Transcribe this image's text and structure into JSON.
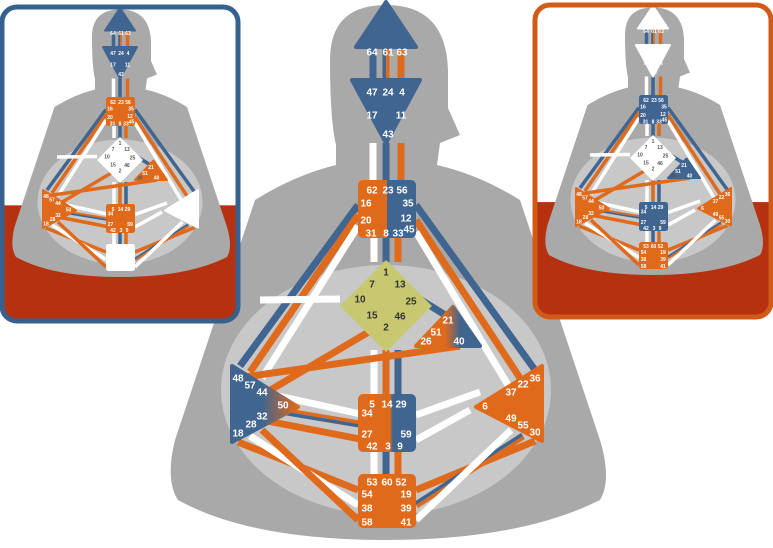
{
  "colors": {
    "body_dark": "#a9a9a9",
    "body_light": "#c8c8c8",
    "body_inner": "#d6d6d6",
    "design": "#e06a1c",
    "personality": "#3f6590",
    "defined_sacral_center": "#c8c870",
    "panel_left_border": "#36618f",
    "panel_right_border": "#d05a16",
    "panel_red": "#b5310f",
    "white": "#ffffff"
  },
  "panels": [
    {
      "name": "personality-chart",
      "border_color": "#36618f"
    },
    {
      "name": "design-chart",
      "border_color": "#d05a16"
    }
  ],
  "centers": {
    "head": {
      "gates": [
        "64",
        "61",
        "63"
      ]
    },
    "ajna": {
      "gates": [
        "47",
        "24",
        "4",
        "17",
        "11",
        "43"
      ]
    },
    "throat": {
      "gates": [
        "62",
        "23",
        "56",
        "16",
        "35",
        "20",
        "12",
        "31",
        "8",
        "33",
        "45"
      ]
    },
    "g": {
      "gates": [
        "1",
        "7",
        "13",
        "10",
        "25",
        "15",
        "46",
        "2"
      ]
    },
    "heart": {
      "gates": [
        "21",
        "51",
        "26",
        "40"
      ]
    },
    "spleen": {
      "gates": [
        "48",
        "57",
        "44",
        "50",
        "32",
        "28",
        "18"
      ]
    },
    "sacral": {
      "gates": [
        "5",
        "14",
        "29",
        "34",
        "27",
        "59",
        "42",
        "3",
        "9"
      ]
    },
    "solar_plexus": {
      "gates": [
        "36",
        "22",
        "37",
        "6",
        "49",
        "55",
        "30"
      ]
    },
    "root": {
      "gates": [
        "53",
        "60",
        "52",
        "54",
        "19",
        "38",
        "39",
        "58",
        "41"
      ]
    }
  }
}
